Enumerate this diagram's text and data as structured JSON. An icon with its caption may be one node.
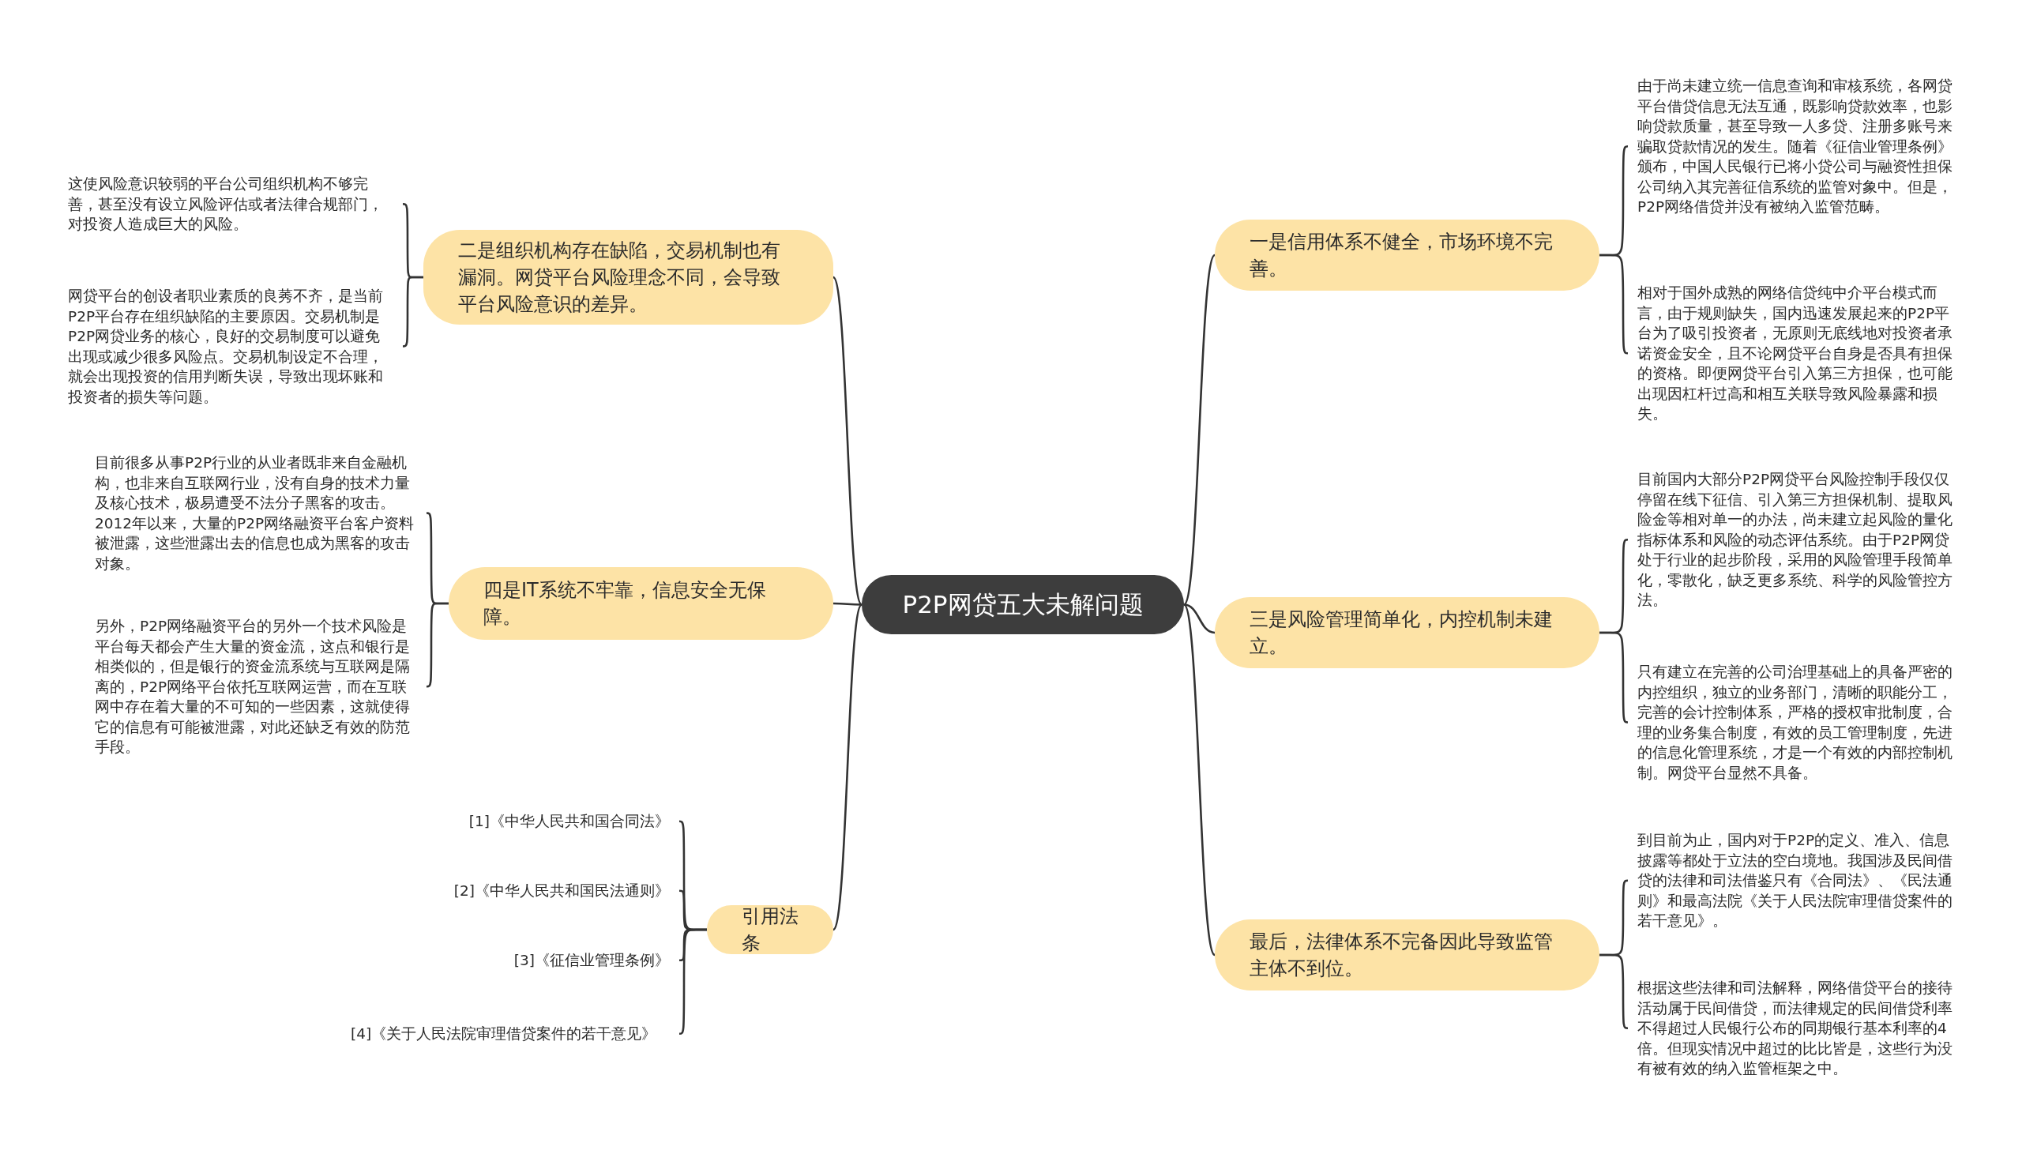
{
  "diagram": {
    "nodes": [
      {
        "text": [
          "P2P网贷五大未解问题"
        ]
      },
      {
        "text": [
          "一是信用体系不健全，市场环境不完善。"
        ]
      },
      {
        "text": [
          "由于尚未建立统一信息查询和审核系统，各网贷平台借贷信息无法互通，既影响贷款效率，也影响贷款质量，甚至导致一人多贷、注册多账号来骗取贷款情况的发生。随着《征信业管理条例》颁布，中国人民银行已将小贷公司与融资性担保公司纳入其完善征信系统的监管对象中。但是，P2P网络借贷并没有被纳入监管范畴。"
        ]
      },
      {
        "text": [
          "相对于国外成熟的网络信贷纯中介平台模式而言，由于规则缺失，国内迅速发展起来的P2P平台为了吸引投资者，无原则无底线地对投资者承诺资金安全，且不论网贷平台自身是否具有担保的资格。即便网贷平台引入第三方担保，也可能出现因杠杆过高和相互关联导致风险暴露和损失。"
        ]
      },
      {
        "text": [
          "三是风险管理简单化，内控机制未建立。"
        ]
      },
      {
        "text": [
          "目前国内大部分P2P网贷平台风险控制手段仅仅停留在线下征信、引入第三方担保机制、提取风险金等相对单一的办法，尚未建立起风险的量化指标体系和风险的动态评估系统。由于P2P网贷处于行业的起步阶段，采用的风险管理手段简单化，零散化，缺乏更多系统、科学的风险管控方法。"
        ]
      },
      {
        "text": [
          "只有建立在完善的公司治理基础上的具备严密的内控组织，独立的业务部门，清晰的职能分工，完善的会计控制体系，严格的授权审批制度，合理的业务集合制度，有效的员工管理制度，先进的信息化管理系统，才是一个有效的内部控制机制。网贷平台显然不具备。"
        ]
      },
      {
        "text": [
          "最后，法律体系不完备因此导致监管主体不到位。"
        ]
      },
      {
        "text": [
          "到目前为止，国内对于P2P的定义、准入、信息披露等都处于立法的空白境地。我国涉及民间借贷的法律和司法借鉴只有《合同法》、《民法通则》和最高法院《关于人民法院审理借贷案件的若干意见》。"
        ]
      },
      {
        "text": [
          "根据这些法律和司法解释，网络借贷平台的接待活动属于民间借贷，而法律规定的民间借贷利率不得超过人民银行公布的同期银行基本利率的4倍。但现实情况中超过的比比皆是，这些行为没有被有效的纳入监管框架之中。"
        ]
      },
      {
        "text": [
          "二是组织机构存在缺陷，交易机制也有漏洞。网贷平台风险理念不同，会导致平台风险意识的差异。"
        ]
      },
      {
        "text": [
          "这使风险意识较弱的平台公司组织机构不够完善，甚至没有设立风险评估或者法律合规部门，对投资人造成巨大的风险。"
        ]
      },
      {
        "text": [
          "网贷平台的创设者职业素质的良莠不齐，是当前P2P平台存在组织缺陷的主要原因。交易机制是P2P网贷业务的核心，良好的交易制度可以避免出现或减少很多风险点。交易机制设定不合理，就会出现投资的信用判断失误，导致出现坏账和投资者的损失等问题。"
        ]
      },
      {
        "text": [
          "四是IT系统不牢靠，信息安全无保障。"
        ]
      },
      {
        "text": [
          "目前很多从事P2P行业的从业者既非来自金融机构，也非来自互联网行业，没有自身的技术力量及核心技术，极易遭受不法分子黑客的攻击。2012年以来，大量的P2P网络融资平台客户资料被泄露，这些泄露出去的信息也成为黑客的攻击对象。"
        ]
      },
      {
        "text": [
          "另外，P2P网络融资平台的另外一个技术风险是平台每天都会产生大量的资金流，这点和银行是相类似的，但是银行的资金流系统与互联网是隔离的，P2P网络平台依托互联网运营，而在互联网中存在着大量的不可知的一些因素，这就使得它的信息有可能被泄露，对此还缺乏有效的防范手段。"
        ]
      },
      {
        "text": [
          "引用法条"
        ]
      },
      {
        "text": [
          "[1]《中华人民共和国合同法》"
        ]
      },
      {
        "text": [
          "[2]《中华人民共和国民法通则》"
        ]
      },
      {
        "text": [
          "[3]《征信业管理条例》"
        ]
      },
      {
        "text": [
          "[4]《关于人民法院审理借贷案件的若干意见》"
        ]
      }
    ],
    "edges": [
      {
        "from": 0,
        "to": 1,
        "arrow": "none"
      },
      {
        "from": 1,
        "to": 2,
        "arrow": "none"
      },
      {
        "from": 1,
        "to": 3,
        "arrow": "none"
      },
      {
        "from": 0,
        "to": 4,
        "arrow": "none"
      },
      {
        "from": 4,
        "to": 5,
        "arrow": "none"
      },
      {
        "from": 4,
        "to": 6,
        "arrow": "none"
      },
      {
        "from": 0,
        "to": 7,
        "arrow": "none"
      },
      {
        "from": 7,
        "to": 8,
        "arrow": "none"
      },
      {
        "from": 7,
        "to": 9,
        "arrow": "none"
      },
      {
        "from": 0,
        "to": 10,
        "arrow": "none"
      },
      {
        "from": 10,
        "to": 11,
        "arrow": "none"
      },
      {
        "from": 10,
        "to": 12,
        "arrow": "none"
      },
      {
        "from": 0,
        "to": 13,
        "arrow": "none"
      },
      {
        "from": 13,
        "to": 14,
        "arrow": "none"
      },
      {
        "from": 13,
        "to": 15,
        "arrow": "none"
      },
      {
        "from": 0,
        "to": 16,
        "arrow": "none"
      },
      {
        "from": 16,
        "to": 17,
        "arrow": "none"
      },
      {
        "from": 16,
        "to": 18,
        "arrow": "none"
      },
      {
        "from": 16,
        "to": 19,
        "arrow": "none"
      },
      {
        "from": 16,
        "to": 20,
        "arrow": "none"
      }
    ]
  }
}
